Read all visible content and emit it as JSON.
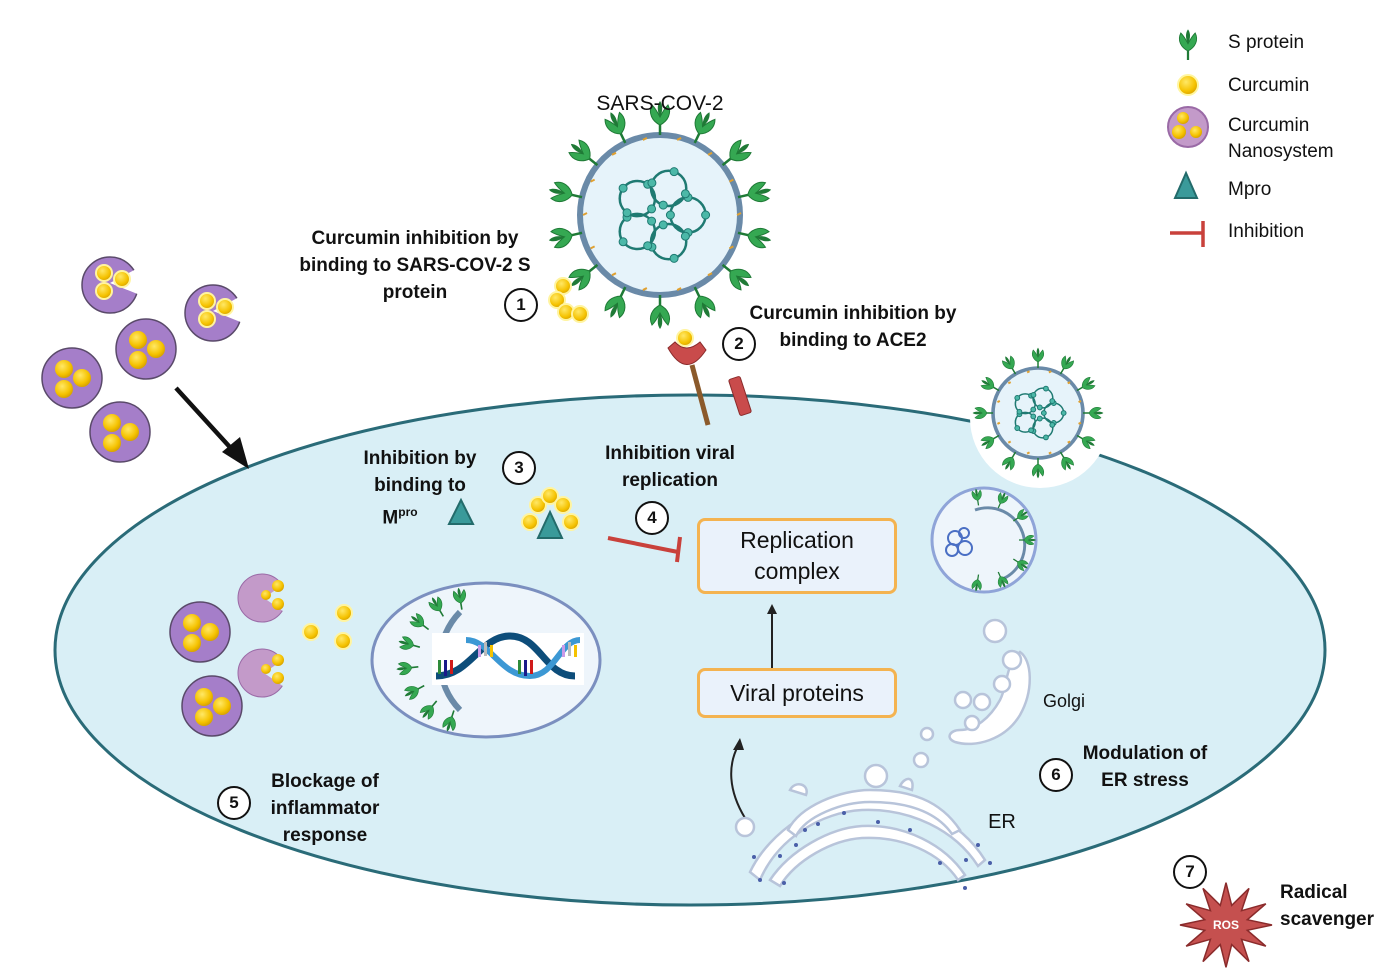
{
  "title": "SARS-COV-2",
  "legend": {
    "items": [
      {
        "icon": "s-protein-icon",
        "label": "S protein"
      },
      {
        "icon": "curcumin-icon",
        "label": "Curcumin"
      },
      {
        "icon": "curcumin-nanosystem-icon",
        "label": "Curcumin Nanosystem",
        "line1": "Curcumin",
        "line2": "Nanosystem"
      },
      {
        "icon": "mpro-icon",
        "label": "Mpro"
      },
      {
        "icon": "inhibition-icon",
        "label": "Inhibition"
      }
    ]
  },
  "steps": [
    {
      "number": "1",
      "lines": [
        "Curcumin inhibition by",
        "binding to SARS-COV-2 S",
        "protein"
      ]
    },
    {
      "number": "2",
      "lines": [
        "Curcumin inhibition by",
        "binding to ACE2"
      ]
    },
    {
      "number": "3",
      "lines": [
        "Inhibition by",
        "binding to",
        "M"
      ],
      "superscript": "pro"
    },
    {
      "number": "4",
      "lines": [
        "Inhibition viral",
        "replication"
      ]
    },
    {
      "number": "5",
      "lines": [
        "Blockage of",
        "inflammator",
        "response"
      ]
    },
    {
      "number": "6",
      "lines": [
        "Modulation of",
        "ER stress"
      ]
    },
    {
      "number": "7",
      "lines": [
        "Radical",
        "scavenger"
      ]
    }
  ],
  "boxes": {
    "replication": [
      "Replication",
      "complex"
    ],
    "viral_proteins": "Viral proteins"
  },
  "organelles": {
    "golgi": "Golgi",
    "er": "ER",
    "ros": "ROS"
  },
  "colors": {
    "cell_fill": "#d9eff6",
    "cell_stroke": "#2a6b78",
    "spike_green": "#2e9e4a",
    "curcumin_yellow": "#f5c200",
    "nano_purple": "#b88ac4",
    "mpro_teal": "#3a9a9a",
    "inhibition_red": "#c9413b",
    "box_border": "#f4b350"
  }
}
